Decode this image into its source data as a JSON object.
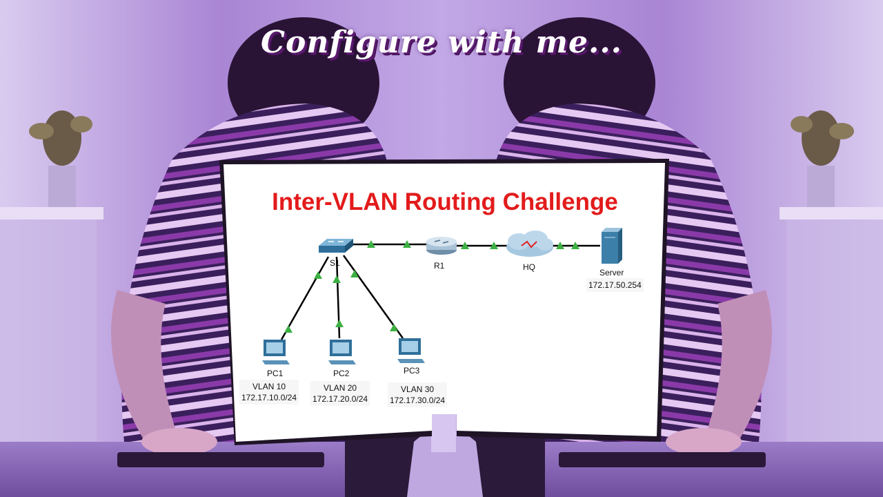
{
  "headline": "Configure with me...",
  "diagram": {
    "title": "Inter-VLAN Routing Challenge",
    "switch_label": "S1",
    "router_label": "R1",
    "cloud_label": "HQ",
    "server": {
      "label": "Server",
      "address": "172.17.50.254"
    },
    "pcs": [
      {
        "label": "PC1",
        "vlan": "VLAN 10",
        "subnet": "172.17.10.0/24"
      },
      {
        "label": "PC2",
        "vlan": "VLAN 20",
        "subnet": "172.17.20.0/24"
      },
      {
        "label": "PC3",
        "vlan": "VLAN 30",
        "subnet": "172.17.30.0/24"
      }
    ]
  },
  "colors": {
    "title_red": "#e31b1b",
    "link_up_green": "#3cb043",
    "background_purple": "#b39ad6"
  }
}
